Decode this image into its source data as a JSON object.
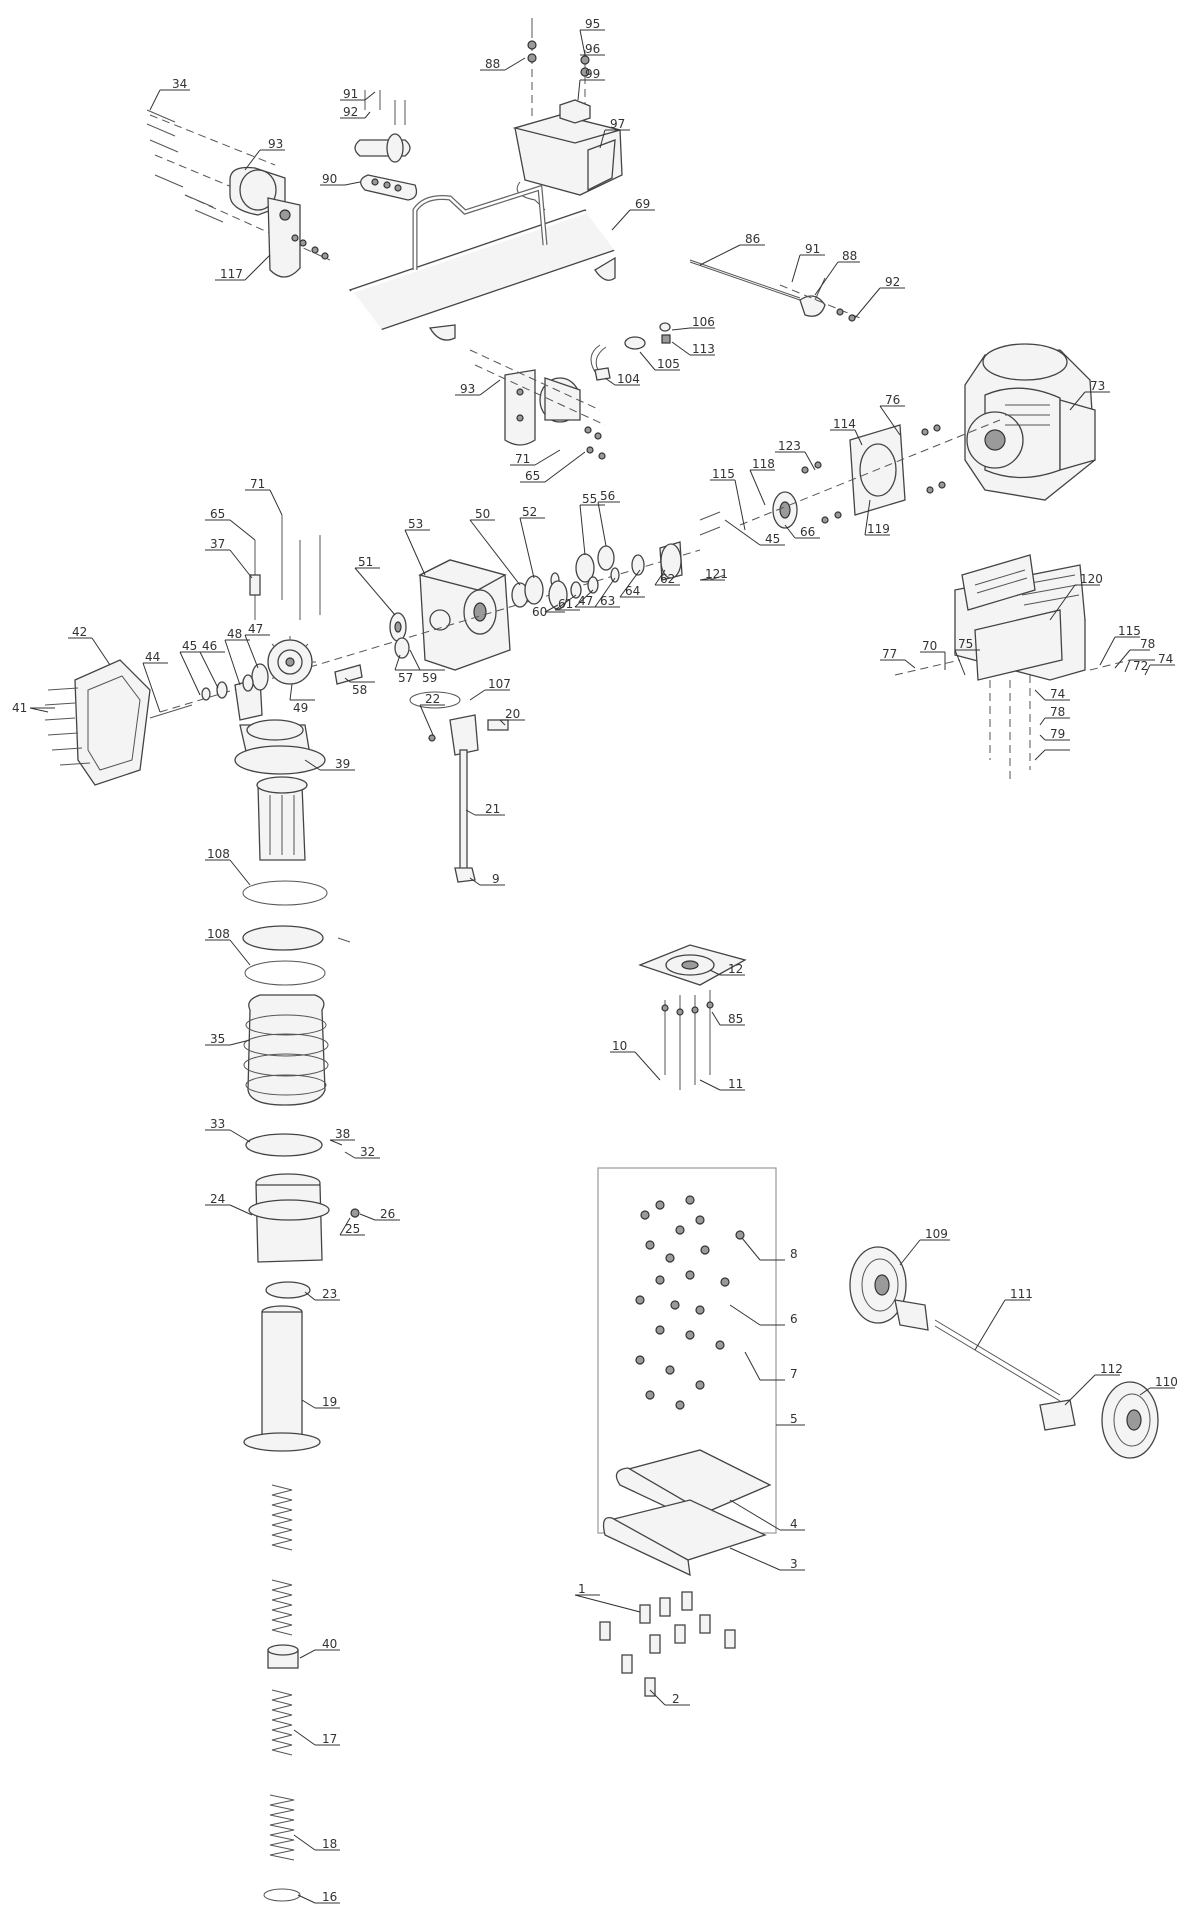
{
  "labels": [
    {
      "id": "p34",
      "text": "34"
    },
    {
      "id": "p91a",
      "text": "91"
    },
    {
      "id": "p92a",
      "text": "92"
    },
    {
      "id": "p93a",
      "text": "93"
    },
    {
      "id": "p90",
      "text": "90"
    },
    {
      "id": "p117",
      "text": "117"
    },
    {
      "id": "p88a",
      "text": "88"
    },
    {
      "id": "p95",
      "text": "95"
    },
    {
      "id": "p96",
      "text": "96"
    },
    {
      "id": "p99",
      "text": "99"
    },
    {
      "id": "p97",
      "text": "97"
    },
    {
      "id": "p69",
      "text": "69"
    },
    {
      "id": "p86",
      "text": "86"
    },
    {
      "id": "p91b",
      "text": "91"
    },
    {
      "id": "p88b",
      "text": "88"
    },
    {
      "id": "p92b",
      "text": "92"
    },
    {
      "id": "p106",
      "text": "106"
    },
    {
      "id": "p113",
      "text": "113"
    },
    {
      "id": "p105",
      "text": "105"
    },
    {
      "id": "p104",
      "text": "104"
    },
    {
      "id": "p93b",
      "text": "93"
    },
    {
      "id": "p71a",
      "text": "71"
    },
    {
      "id": "p65a",
      "text": "65"
    },
    {
      "id": "p73",
      "text": "73"
    },
    {
      "id": "p76a",
      "text": "76"
    },
    {
      "id": "p123",
      "text": "123"
    },
    {
      "id": "p114",
      "text": "114"
    },
    {
      "id": "p118",
      "text": "118"
    },
    {
      "id": "p115a",
      "text": "115"
    },
    {
      "id": "p66",
      "text": "66"
    },
    {
      "id": "p119",
      "text": "119"
    },
    {
      "id": "p45a",
      "text": "45"
    },
    {
      "id": "p121",
      "text": "121"
    },
    {
      "id": "p62",
      "text": "62"
    },
    {
      "id": "p64",
      "text": "64"
    },
    {
      "id": "p63",
      "text": "63"
    },
    {
      "id": "p47a",
      "text": "47"
    },
    {
      "id": "p61",
      "text": "61"
    },
    {
      "id": "p60",
      "text": "60"
    },
    {
      "id": "p55",
      "text": "55"
    },
    {
      "id": "p56",
      "text": "56"
    },
    {
      "id": "p52",
      "text": "52"
    },
    {
      "id": "p50",
      "text": "50"
    },
    {
      "id": "p53",
      "text": "53"
    },
    {
      "id": "p51",
      "text": "51"
    },
    {
      "id": "p71b",
      "text": "71"
    },
    {
      "id": "p65b",
      "text": "65"
    },
    {
      "id": "p37",
      "text": "37"
    },
    {
      "id": "p42",
      "text": "42"
    },
    {
      "id": "p44",
      "text": "44"
    },
    {
      "id": "p45b",
      "text": "45"
    },
    {
      "id": "p46",
      "text": "46"
    },
    {
      "id": "p48",
      "text": "48"
    },
    {
      "id": "p47b",
      "text": "47"
    },
    {
      "id": "p49",
      "text": "49"
    },
    {
      "id": "p58",
      "text": "58"
    },
    {
      "id": "p57",
      "text": "57"
    },
    {
      "id": "p59",
      "text": "59"
    },
    {
      "id": "p41",
      "text": "41"
    },
    {
      "id": "p120",
      "text": "120"
    },
    {
      "id": "p115b",
      "text": "115"
    },
    {
      "id": "p78a",
      "text": "78"
    },
    {
      "id": "p72",
      "text": "72"
    },
    {
      "id": "p74a",
      "text": "74"
    },
    {
      "id": "p77",
      "text": "77"
    },
    {
      "id": "p70",
      "text": "70"
    },
    {
      "id": "p75",
      "text": "75"
    },
    {
      "id": "p74b",
      "text": "74"
    },
    {
      "id": "p78b",
      "text": "78"
    },
    {
      "id": "p79",
      "text": "79"
    },
    {
      "id": "p22",
      "text": "22"
    },
    {
      "id": "p107",
      "text": "107"
    },
    {
      "id": "p20",
      "text": "20"
    },
    {
      "id": "p39",
      "text": "39"
    },
    {
      "id": "p21",
      "text": "21"
    },
    {
      "id": "p9",
      "text": "9"
    },
    {
      "id": "p108a",
      "text": "108"
    },
    {
      "id": "p108b",
      "text": "108"
    },
    {
      "id": "p12",
      "text": "12"
    },
    {
      "id": "p85",
      "text": "85"
    },
    {
      "id": "p10",
      "text": "10"
    },
    {
      "id": "p11",
      "text": "11"
    },
    {
      "id": "p35",
      "text": "35"
    },
    {
      "id": "p33",
      "text": "33"
    },
    {
      "id": "p38",
      "text": "38"
    },
    {
      "id": "p32",
      "text": "32"
    },
    {
      "id": "p24",
      "text": "24"
    },
    {
      "id": "p26",
      "text": "26"
    },
    {
      "id": "p25",
      "text": "25"
    },
    {
      "id": "p23",
      "text": "23"
    },
    {
      "id": "p8a",
      "text": "8"
    },
    {
      "id": "p109",
      "text": "109"
    },
    {
      "id": "p111",
      "text": "111"
    },
    {
      "id": "p6",
      "text": "6"
    },
    {
      "id": "p7",
      "text": "7"
    },
    {
      "id": "p19",
      "text": "19"
    },
    {
      "id": "p112",
      "text": "112"
    },
    {
      "id": "p110",
      "text": "110"
    },
    {
      "id": "p5",
      "text": "5"
    },
    {
      "id": "p4",
      "text": "4"
    },
    {
      "id": "p3",
      "text": "3"
    },
    {
      "id": "p1",
      "text": "1"
    },
    {
      "id": "p2",
      "text": "2"
    },
    {
      "id": "p40",
      "text": "40"
    },
    {
      "id": "p17",
      "text": "17"
    },
    {
      "id": "p18",
      "text": "18"
    },
    {
      "id": "p16",
      "text": "16"
    }
  ]
}
